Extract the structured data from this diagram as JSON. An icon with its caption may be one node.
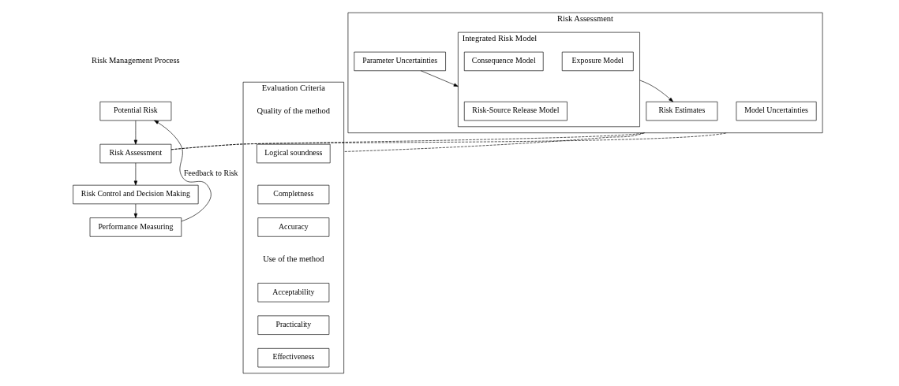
{
  "diagram": {
    "nodes": [
      {
        "text": [
          "Potential Risk"
        ]
      },
      {
        "text": [
          "Risk Assessment"
        ]
      },
      {
        "text": [
          "Risk Control and Decision Making"
        ]
      },
      {
        "text": [
          "Performance Measuring"
        ]
      },
      {
        "text": [
          "Risk Assessment"
        ]
      },
      {
        "text": [
          "Model Uncertainties"
        ],
        "in": 4
      },
      {
        "text": [
          "Parameter Uncertainties"
        ],
        "in": 4
      },
      {
        "text": [
          "Integrated Risk Model"
        ],
        "in": 4
      },
      {
        "text": [
          "Risk-Source Release Model"
        ],
        "in": 7
      },
      {
        "text": [
          "Exposure Model"
        ],
        "in": 7
      },
      {
        "text": [
          "Consequence Model"
        ],
        "in": 7
      },
      {
        "text": [
          "Risk Estimates"
        ],
        "in": 4
      },
      {
        "text": [
          "Evaluation Criteria"
        ]
      },
      {
        "text": [
          "Logical soundness"
        ],
        "in": 12
      },
      {
        "text": [
          "Completness"
        ],
        "in": 12
      },
      {
        "text": [
          "Accuracy"
        ],
        "in": 12
      },
      {
        "text": [
          "Acceptability"
        ],
        "in": 12
      },
      {
        "text": [
          "Practicality"
        ],
        "in": 12
      },
      {
        "text": [
          "Effectiveness"
        ],
        "in": 12
      }
    ],
    "edges": [
      {
        "from": 0,
        "to": 1,
        "arrow": "to"
      },
      {
        "from": 1,
        "to": 2,
        "arrow": "to"
      },
      {
        "from": 2,
        "to": 3,
        "arrow": "to"
      },
      {
        "from": 3,
        "to": 0,
        "arrow": "to",
        "label": "Feedback to Risk"
      },
      {
        "from": 6,
        "to": 7,
        "arrow": "to"
      },
      {
        "from": 7,
        "to": 11,
        "arrow": "to"
      },
      {
        "from": 1,
        "to": 4,
        "arrow": "none",
        "style": "dashed"
      },
      {
        "from": 1,
        "to": 4,
        "arrow": "none",
        "style": "dashed"
      },
      {
        "from": 4,
        "to": 12,
        "arrow": "none",
        "style": "dashed"
      }
    ],
    "labels": [
      "Risk Management Process",
      "Quality of the method",
      "Use of the method"
    ]
  }
}
